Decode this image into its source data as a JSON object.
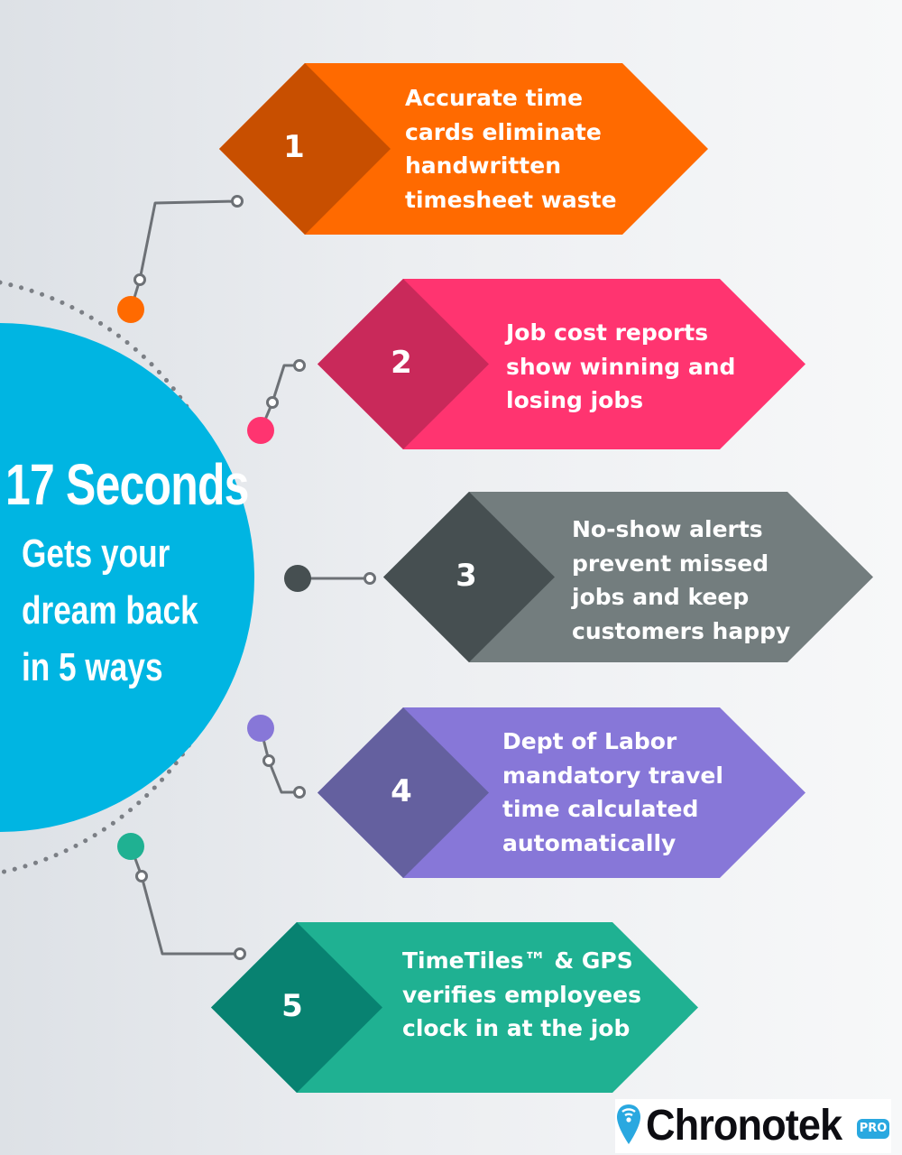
{
  "hero": {
    "title": "17 Seconds",
    "subtitle_lines": [
      "Gets your",
      "dream back",
      "in 5 ways"
    ],
    "color": "#00b5e2"
  },
  "steps": [
    {
      "number": "1",
      "text": "Accurate time\ncards eliminate\nhandwritten\ntimesheet waste",
      "color": "#ff6a00",
      "dark": "#c84f00"
    },
    {
      "number": "2",
      "text": "Job cost reports\nshow winning and\nlosing jobs",
      "color": "#ff3470",
      "dark": "#c9295a"
    },
    {
      "number": "3",
      "text": "No-show alerts\nprevent missed\njobs and keep\ncustomers happy",
      "color": "#737d7e",
      "dark": "#464f51"
    },
    {
      "number": "4",
      "text": "Dept of Labor\nmandatory travel\ntime calculated\nautomatically",
      "color": "#8777d8",
      "dark": "#64609f"
    },
    {
      "number": "5",
      "text": "TimeTiles™ & GPS\nverifies employees\nclock in at the job",
      "color": "#1fb192",
      "dark": "#088271"
    }
  ],
  "logo": {
    "name": "Chronotek",
    "badge": "PRO",
    "accent": "#29a8e0"
  },
  "colors": {
    "dots": "#7b7f85",
    "connector": "#6d7176"
  }
}
